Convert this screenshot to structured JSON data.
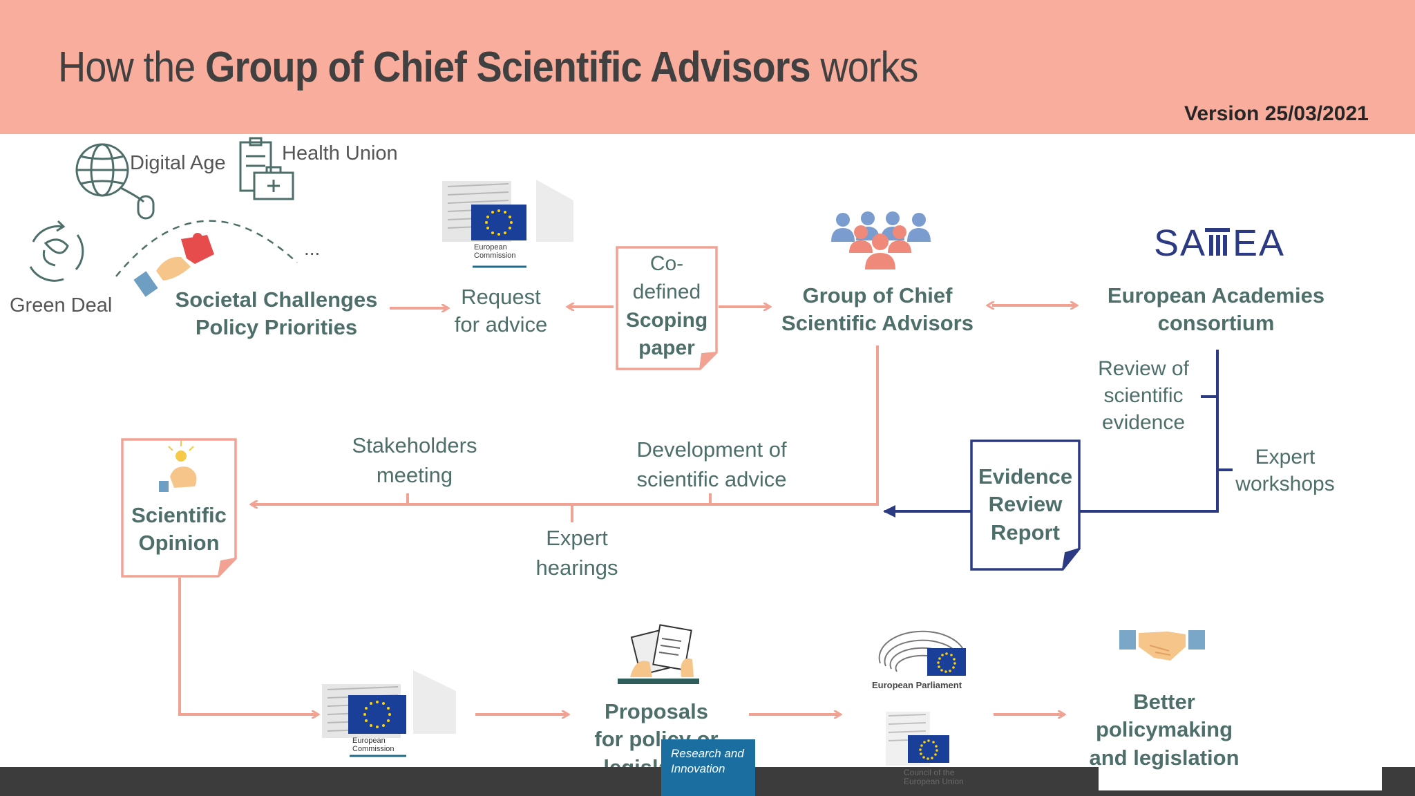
{
  "header": {
    "title_prefix": "How the ",
    "title_bold": "Group of Chief Scientific Advisors",
    "title_suffix": " works",
    "version": "Version 25/03/2021"
  },
  "priorities": {
    "digital": "Digital Age",
    "health": "Health Union",
    "green": "Green Deal",
    "ellipsis": "...",
    "title_line1": "Societal Challenges",
    "title_line2": "Policy Priorities"
  },
  "request": {
    "line1": "Request",
    "line2": "for advice"
  },
  "ec_logo": {
    "line1": "European",
    "line2": "Commission"
  },
  "scoping": {
    "line1": "Co-",
    "line2": "defined",
    "line3": "Scoping",
    "line4": "paper"
  },
  "gcsa": {
    "line1": "Group of Chief",
    "line2": "Scientific Advisors"
  },
  "sapea": {
    "logo": "SAPEA",
    "line1": "European Academies",
    "line2": "consortium"
  },
  "review": {
    "line1": "Review of",
    "line2": "scientific",
    "line3": "evidence"
  },
  "workshops": {
    "line1": "Expert",
    "line2": "workshops"
  },
  "evidence": {
    "line1": "Evidence",
    "line2": "Review",
    "line3": "Report"
  },
  "stakeholders": {
    "line1": "Stakeholders",
    "line2": "meeting"
  },
  "development": {
    "line1": "Development of",
    "line2": "scientific advice"
  },
  "hearings": {
    "line1": "Expert",
    "line2": "hearings"
  },
  "opinion": {
    "line1": "Scientific",
    "line2": "Opinion"
  },
  "proposals": {
    "line1": "Proposals",
    "line2": "for policy or",
    "line3": "legislation"
  },
  "parliament": {
    "label": "European Parliament"
  },
  "council": {
    "line1": "Council of the",
    "line2": "European Union"
  },
  "better": {
    "line1": "Better",
    "line2": "policymaking",
    "line3": "and legislation"
  },
  "badge": {
    "line1": "Research and",
    "line2": "Innovation"
  },
  "colors": {
    "header": "#f8ad9d",
    "salmon": "#f2a292",
    "navy": "#2b3a82",
    "teal": "#4e6e6a",
    "eu_blue": "#1a3f99",
    "eu_star": "#ffd200"
  }
}
